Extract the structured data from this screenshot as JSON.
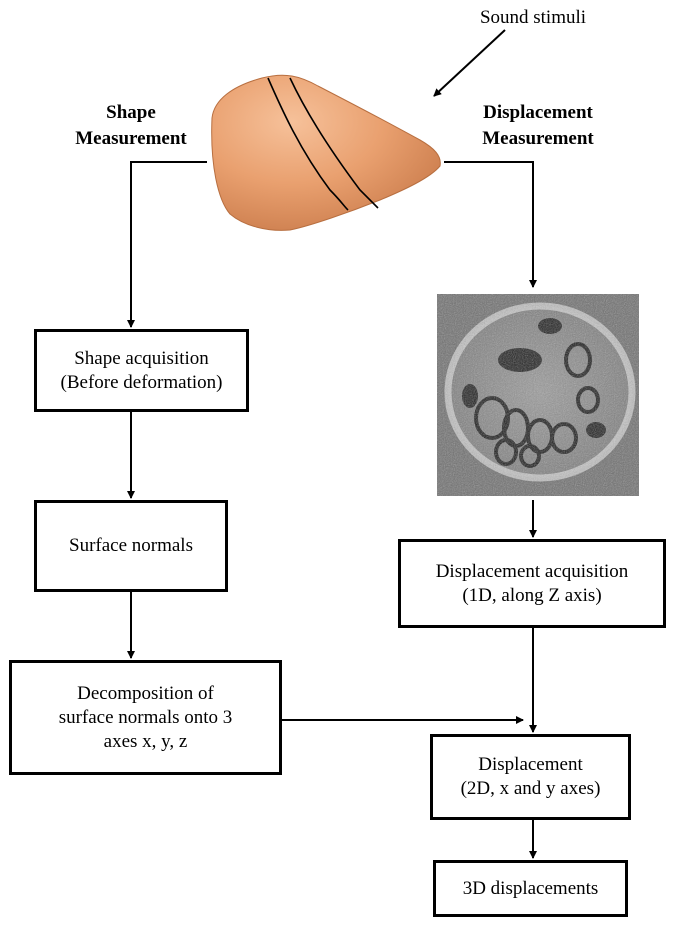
{
  "stimulus_label": "Sound stimuli",
  "shape_measurement": [
    "Shape",
    "Measurement"
  ],
  "displacement_measurement": [
    "Displacement",
    "Measurement"
  ],
  "boxes": {
    "shape_acquisition": [
      "Shape acquisition",
      "(Before deformation)"
    ],
    "surface_normals": [
      "Surface normals"
    ],
    "decomposition": [
      "Decomposition of",
      "surface normals onto 3",
      "axes x, y, z"
    ],
    "displacement_acquisition": [
      "Displacement acquisition",
      "(1D, along Z axis)"
    ],
    "displacement_2d": [
      "Displacement",
      "(2D, x and y axes)"
    ],
    "displacements_3d": [
      "3D displacements"
    ]
  },
  "colors": {
    "tissue": "#e9a06f",
    "line": "#000000"
  }
}
